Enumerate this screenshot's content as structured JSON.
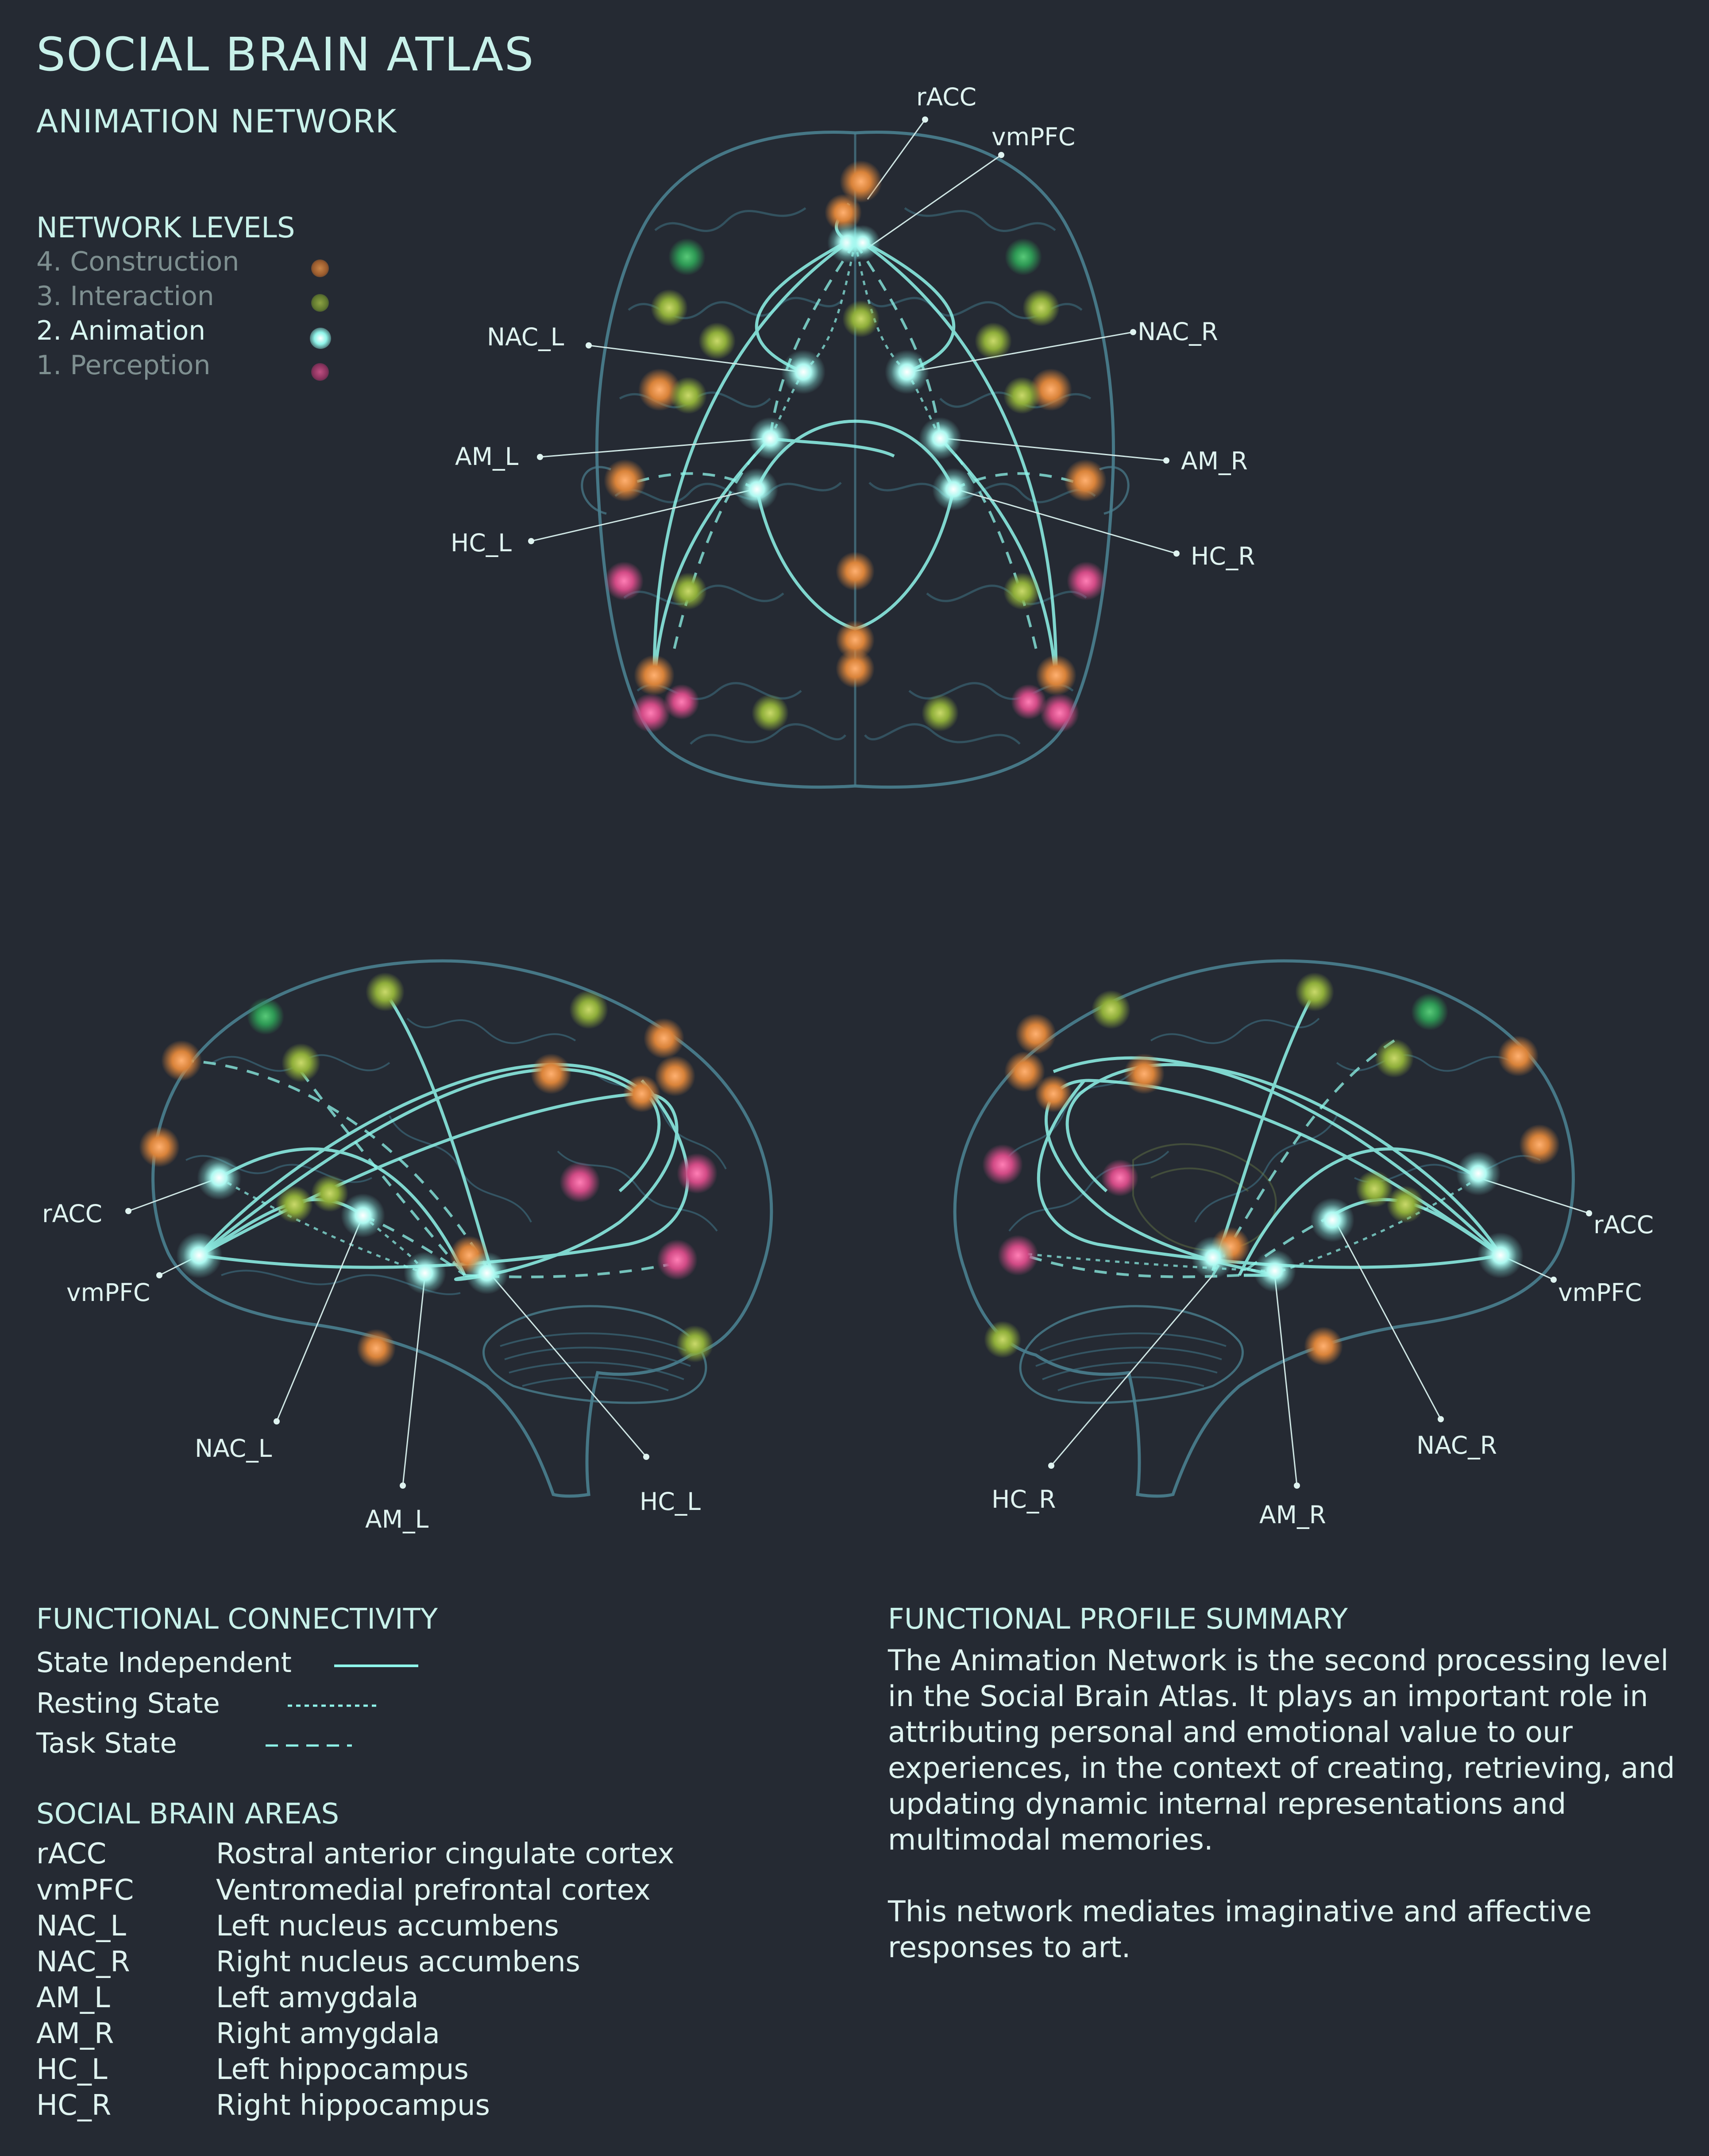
{
  "header": {
    "title": "SOCIAL BRAIN ATLAS",
    "subtitle": "ANIMATION NETWORK"
  },
  "legend": {
    "heading": "NETWORK LEVELS",
    "levels": [
      {
        "label": "4. Construction",
        "color": "#d9833a",
        "state": "inactive"
      },
      {
        "label": "3. Interaction",
        "color": "#8fae3a",
        "state": "inactive"
      },
      {
        "label": "2. Animation",
        "color": "#7ff0e6",
        "state": "active"
      },
      {
        "label": "1. Perception",
        "color": "#d24b86",
        "state": "inactive"
      }
    ]
  },
  "diagram": {
    "views": [
      "top",
      "left-lateral",
      "right-lateral"
    ],
    "colors": {
      "connection": "#8ff5ea",
      "brain_outline": "#4a7f8f",
      "construction": "#d9833a",
      "interaction": "#8fae3a",
      "interaction_green": "#2e9a55",
      "animation": "#8ff5ea",
      "perception": "#d24b86"
    },
    "top_view_labels": [
      "rACC",
      "vmPFC",
      "NAC_L",
      "NAC_R",
      "AM_L",
      "AM_R",
      "HC_L",
      "HC_R"
    ],
    "left_view_labels": [
      "rACC",
      "vmPFC",
      "NAC_L",
      "AM_L",
      "HC_L"
    ],
    "right_view_labels": [
      "rACC",
      "vmPFC",
      "NAC_R",
      "AM_R",
      "HC_R"
    ]
  },
  "connectivity": {
    "heading": "FUNCTIONAL CONNECTIVITY",
    "items": [
      {
        "label": "State Independent",
        "line_style": "solid"
      },
      {
        "label": "Resting State",
        "line_style": "dotted"
      },
      {
        "label": "Task State",
        "line_style": "dashed"
      }
    ]
  },
  "areas": {
    "heading": "SOCIAL BRAIN AREAS",
    "items": [
      {
        "abbr": "rACC",
        "name": "Rostral anterior cingulate cortex"
      },
      {
        "abbr": "vmPFC",
        "name": "Ventromedial prefrontal cortex"
      },
      {
        "abbr": "NAC_L",
        "name": "Left nucleus accumbens"
      },
      {
        "abbr": "NAC_R",
        "name": "Right nucleus accumbens"
      },
      {
        "abbr": "AM_L",
        "name": "Left amygdala"
      },
      {
        "abbr": "AM_R",
        "name": "Right amygdala"
      },
      {
        "abbr": "HC_L",
        "name": "Left hippocampus"
      },
      {
        "abbr": "HC_R",
        "name": "Right hippocampus"
      }
    ]
  },
  "summary": {
    "heading": "FUNCTIONAL PROFILE SUMMARY",
    "paragraphs": [
      "The Animation Network is the second processing level in the Social Brain Atlas. It plays an important role in attributing personal and emotional value to our experiences, in the context of creating, retrieving, and updating dynamic internal representations and multimodal memories.",
      "This network mediates imaginative and affective responses to art."
    ]
  }
}
